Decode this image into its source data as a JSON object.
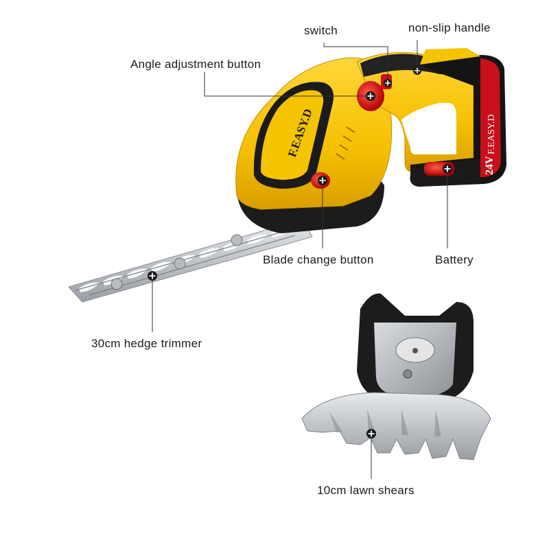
{
  "product": {
    "brand_mark": "F.EASY.D",
    "battery_brand_mark": "F.EASY.D",
    "battery_voltage": "24V"
  },
  "callouts": {
    "switch": "switch",
    "non_slip_handle": "non-slip handle",
    "angle_adjustment_button": "Angle adjustment button",
    "blade_change_button": "Blade change button",
    "battery": "Battery",
    "hedge_trimmer": "30cm hedge trimmer",
    "lawn_shears": "10cm lawn shears"
  },
  "colors": {
    "body_yellow": "#f5c400",
    "body_dark": "#1c1c1c",
    "button_red": "#e01414",
    "blade_silver": "#c9ccd0",
    "background": "#ffffff"
  },
  "icons": {
    "marker": "plus-circle-icon"
  }
}
